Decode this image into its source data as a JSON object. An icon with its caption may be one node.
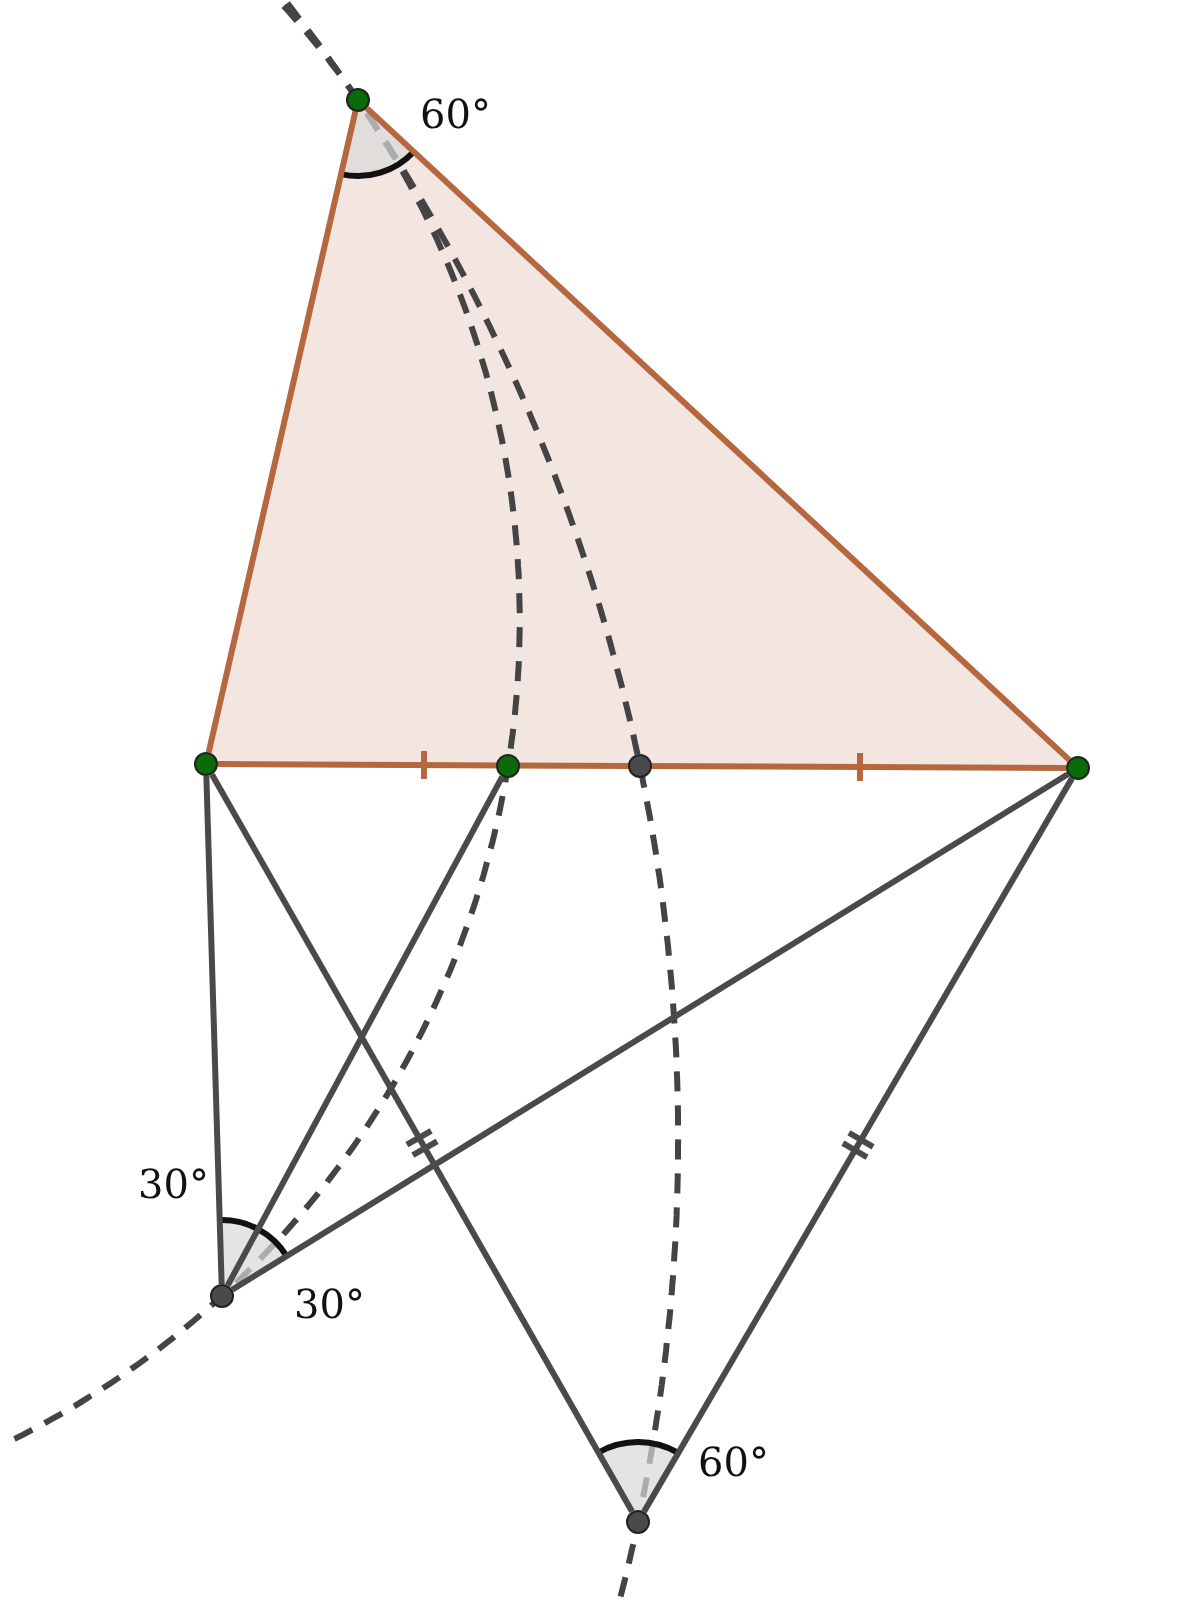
{
  "diagram": {
    "nodes": [
      {
        "text": [],
        "shape": "circle"
      },
      {
        "text": [],
        "shape": "circle"
      },
      {
        "text": [],
        "shape": "circle"
      },
      {
        "text": [],
        "shape": "circle"
      },
      {
        "text": [],
        "shape": "circle"
      },
      {
        "text": [],
        "shape": "circle"
      },
      {
        "text": [],
        "shape": "circle"
      }
    ],
    "edges": [
      {
        "from": 0,
        "to": 1,
        "arrow": "none",
        "color": "#b5673f"
      },
      {
        "from": 0,
        "to": 4,
        "arrow": "none",
        "color": "#b5673f"
      },
      {
        "from": 1,
        "to": 4,
        "arrow": "none",
        "color": "#b5673f"
      },
      {
        "from": 1,
        "to": 5,
        "arrow": "none"
      },
      {
        "from": 2,
        "to": 5,
        "arrow": "none"
      },
      {
        "from": 4,
        "to": 5,
        "arrow": "none"
      },
      {
        "from": 1,
        "to": 6,
        "arrow": "none"
      },
      {
        "from": 4,
        "to": 6,
        "arrow": "none"
      }
    ],
    "labels": [
      "60°",
      "30°",
      "30°",
      "60°"
    ]
  }
}
